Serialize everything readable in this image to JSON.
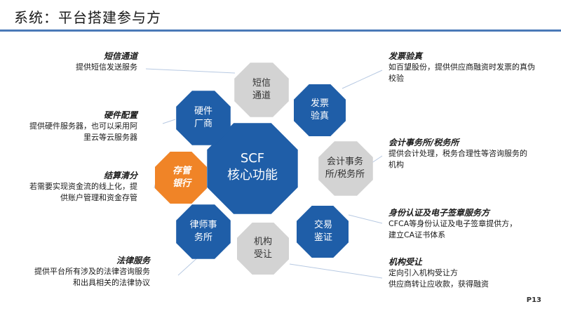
{
  "header": {
    "title": "系统：平台搭建参与方"
  },
  "colors": {
    "blue": "#1f5ea8",
    "gray": "#d3d3d3",
    "orange": "#f08427",
    "accent_line": "#4a79b7",
    "connector": "#b7c9e2"
  },
  "center": {
    "line1": "SCF",
    "line2": "核心功能"
  },
  "nodes": [
    {
      "id": "sms",
      "line1": "短信",
      "line2": "通道",
      "color": "gray"
    },
    {
      "id": "invoice",
      "line1": "发票",
      "line2": "验真",
      "color": "blue"
    },
    {
      "id": "accounting",
      "line1": "会计事务",
      "line2": "所/税务所",
      "color": "gray"
    },
    {
      "id": "trade",
      "line1": "交易",
      "line2": "鉴证",
      "color": "blue"
    },
    {
      "id": "agency",
      "line1": "机构",
      "line2": "受让",
      "color": "gray"
    },
    {
      "id": "law",
      "line1": "律师事",
      "line2": "务所",
      "color": "blue"
    },
    {
      "id": "bank",
      "line1": "存管",
      "line2": "银行",
      "color": "orange"
    },
    {
      "id": "hardware",
      "line1": "硬件",
      "line2": "厂商",
      "color": "blue"
    }
  ],
  "left_labels": [
    {
      "title": "短信通道",
      "desc": [
        "提供短信发送服务"
      ]
    },
    {
      "title": "硬件配置",
      "desc": [
        "提供硬件服务器，也可以采用阿",
        "里云等云服务器"
      ]
    },
    {
      "title": "结算清分",
      "desc": [
        "若需要实现资金流的线上化，提",
        "供账户管理和资金存管"
      ]
    },
    {
      "title": "法律服务",
      "desc": [
        "提供平台所有涉及的法律咨询服务",
        "和出具相关的法律协议"
      ]
    }
  ],
  "right_labels": [
    {
      "title": "发票验真",
      "desc": [
        "如百望股份，提供供应商融资时发票的真伪",
        "校验"
      ]
    },
    {
      "title": "会计事务所/税务所",
      "desc": [
        "提供会计处理，税务合理性等咨询服务的",
        "机构"
      ]
    },
    {
      "title": "身份认证及电子签章服务方",
      "desc": [
        "CFCA等身份认证及电子签章提供方，",
        "建立CA证书体系"
      ]
    },
    {
      "title": "机构受让",
      "desc": [
        "定向引入机构受让方",
        "供应商转让应收款，获得融资"
      ]
    }
  ],
  "page": {
    "number": "P13"
  }
}
